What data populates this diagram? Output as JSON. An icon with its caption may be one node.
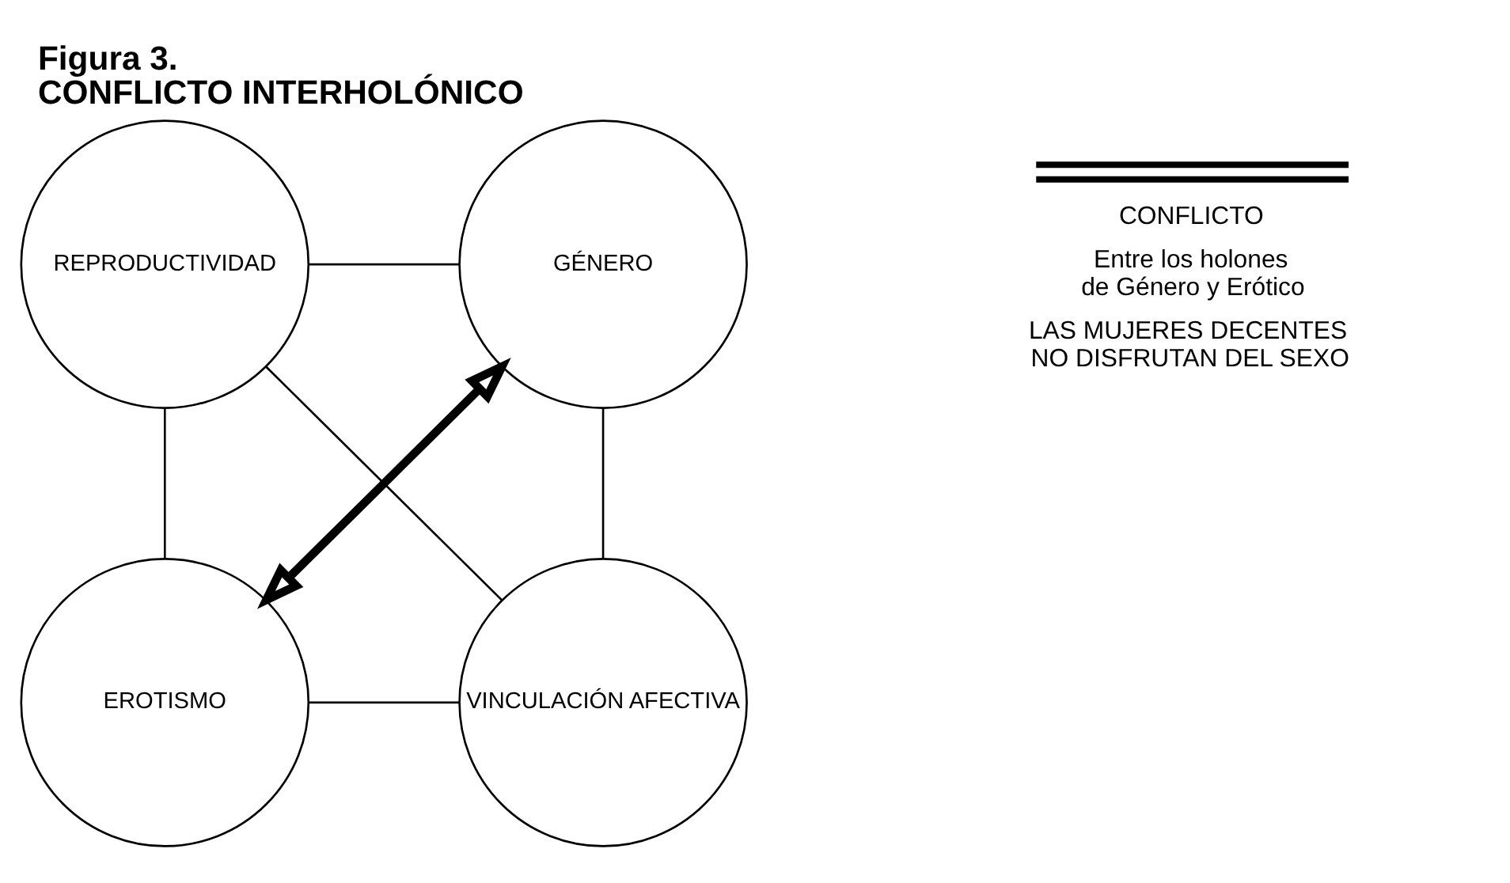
{
  "diagram": {
    "title": "CONFLICTO INTERHOLÓNICO",
    "nodes": [
      {
        "text": [
          "REPRODUCTIVIDAD"
        ]
      },
      {
        "text": [
          "GÉNERO"
        ]
      },
      {
        "text": [
          "EROTISMO"
        ]
      },
      {
        "text": [
          "VINCULACIÓN AFECTIVA"
        ]
      }
    ],
    "edges": [
      {
        "from": 0,
        "to": 1,
        "arrow": "none"
      },
      {
        "from": 0,
        "to": 2,
        "arrow": "none"
      },
      {
        "from": 1,
        "to": 3,
        "arrow": "none"
      },
      {
        "from": 2,
        "to": 3,
        "arrow": "none"
      },
      {
        "from": 0,
        "to": 3,
        "arrow": "none"
      },
      {
        "from": 1,
        "to": 2,
        "arrow": "both",
        "style": "thick"
      }
    ],
    "labels": [
      "Figura 3.",
      "Entre los holones de Género y Erótico",
      "LAS MUJERES DECENTES NO DISFRUTAN DEL SEXO"
    ],
    "legend": [
      {
        "text": "CONFLICTO"
      }
    ]
  }
}
